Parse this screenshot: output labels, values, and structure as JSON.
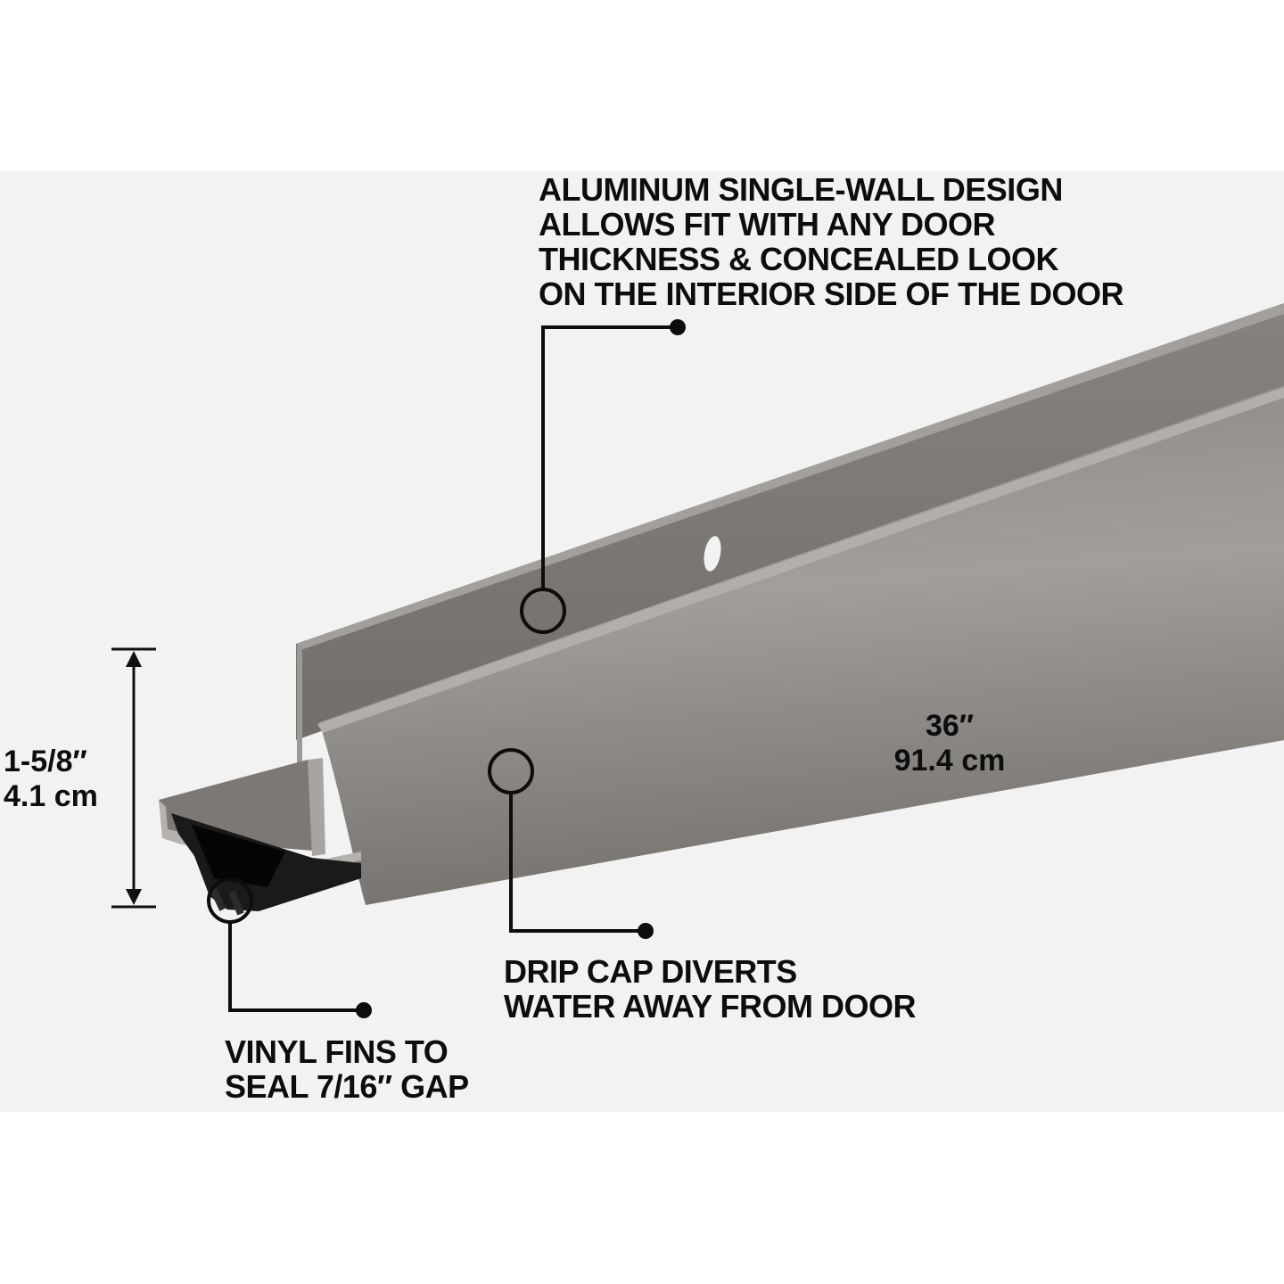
{
  "callouts": {
    "aluminum": {
      "lines": [
        "ALUMINUM SINGLE-WALL DESIGN",
        "ALLOWS FIT WITH ANY DOOR",
        "THICKNESS & CONCEALED LOOK",
        "ON THE INTERIOR SIDE OF THE DOOR"
      ]
    },
    "drip_cap": {
      "lines": [
        "DRIP CAP DIVERTS",
        "WATER AWAY FROM DOOR"
      ]
    },
    "vinyl_fins": {
      "lines": [
        "VINYL FINS TO",
        "SEAL 7/16″ GAP"
      ]
    }
  },
  "dimensions": {
    "height": {
      "imperial": "1-5/8″",
      "metric": "4.1 cm"
    },
    "length": {
      "imperial": "36″",
      "metric": "91.4 cm"
    }
  },
  "colors": {
    "background": "#f2f2f2",
    "aluminum_light": "#9a9794",
    "aluminum_mid": "#7f7b77",
    "aluminum_dark": "#6a6662",
    "vinyl": "#1a1a1a",
    "ink": "#0d0d0d"
  }
}
